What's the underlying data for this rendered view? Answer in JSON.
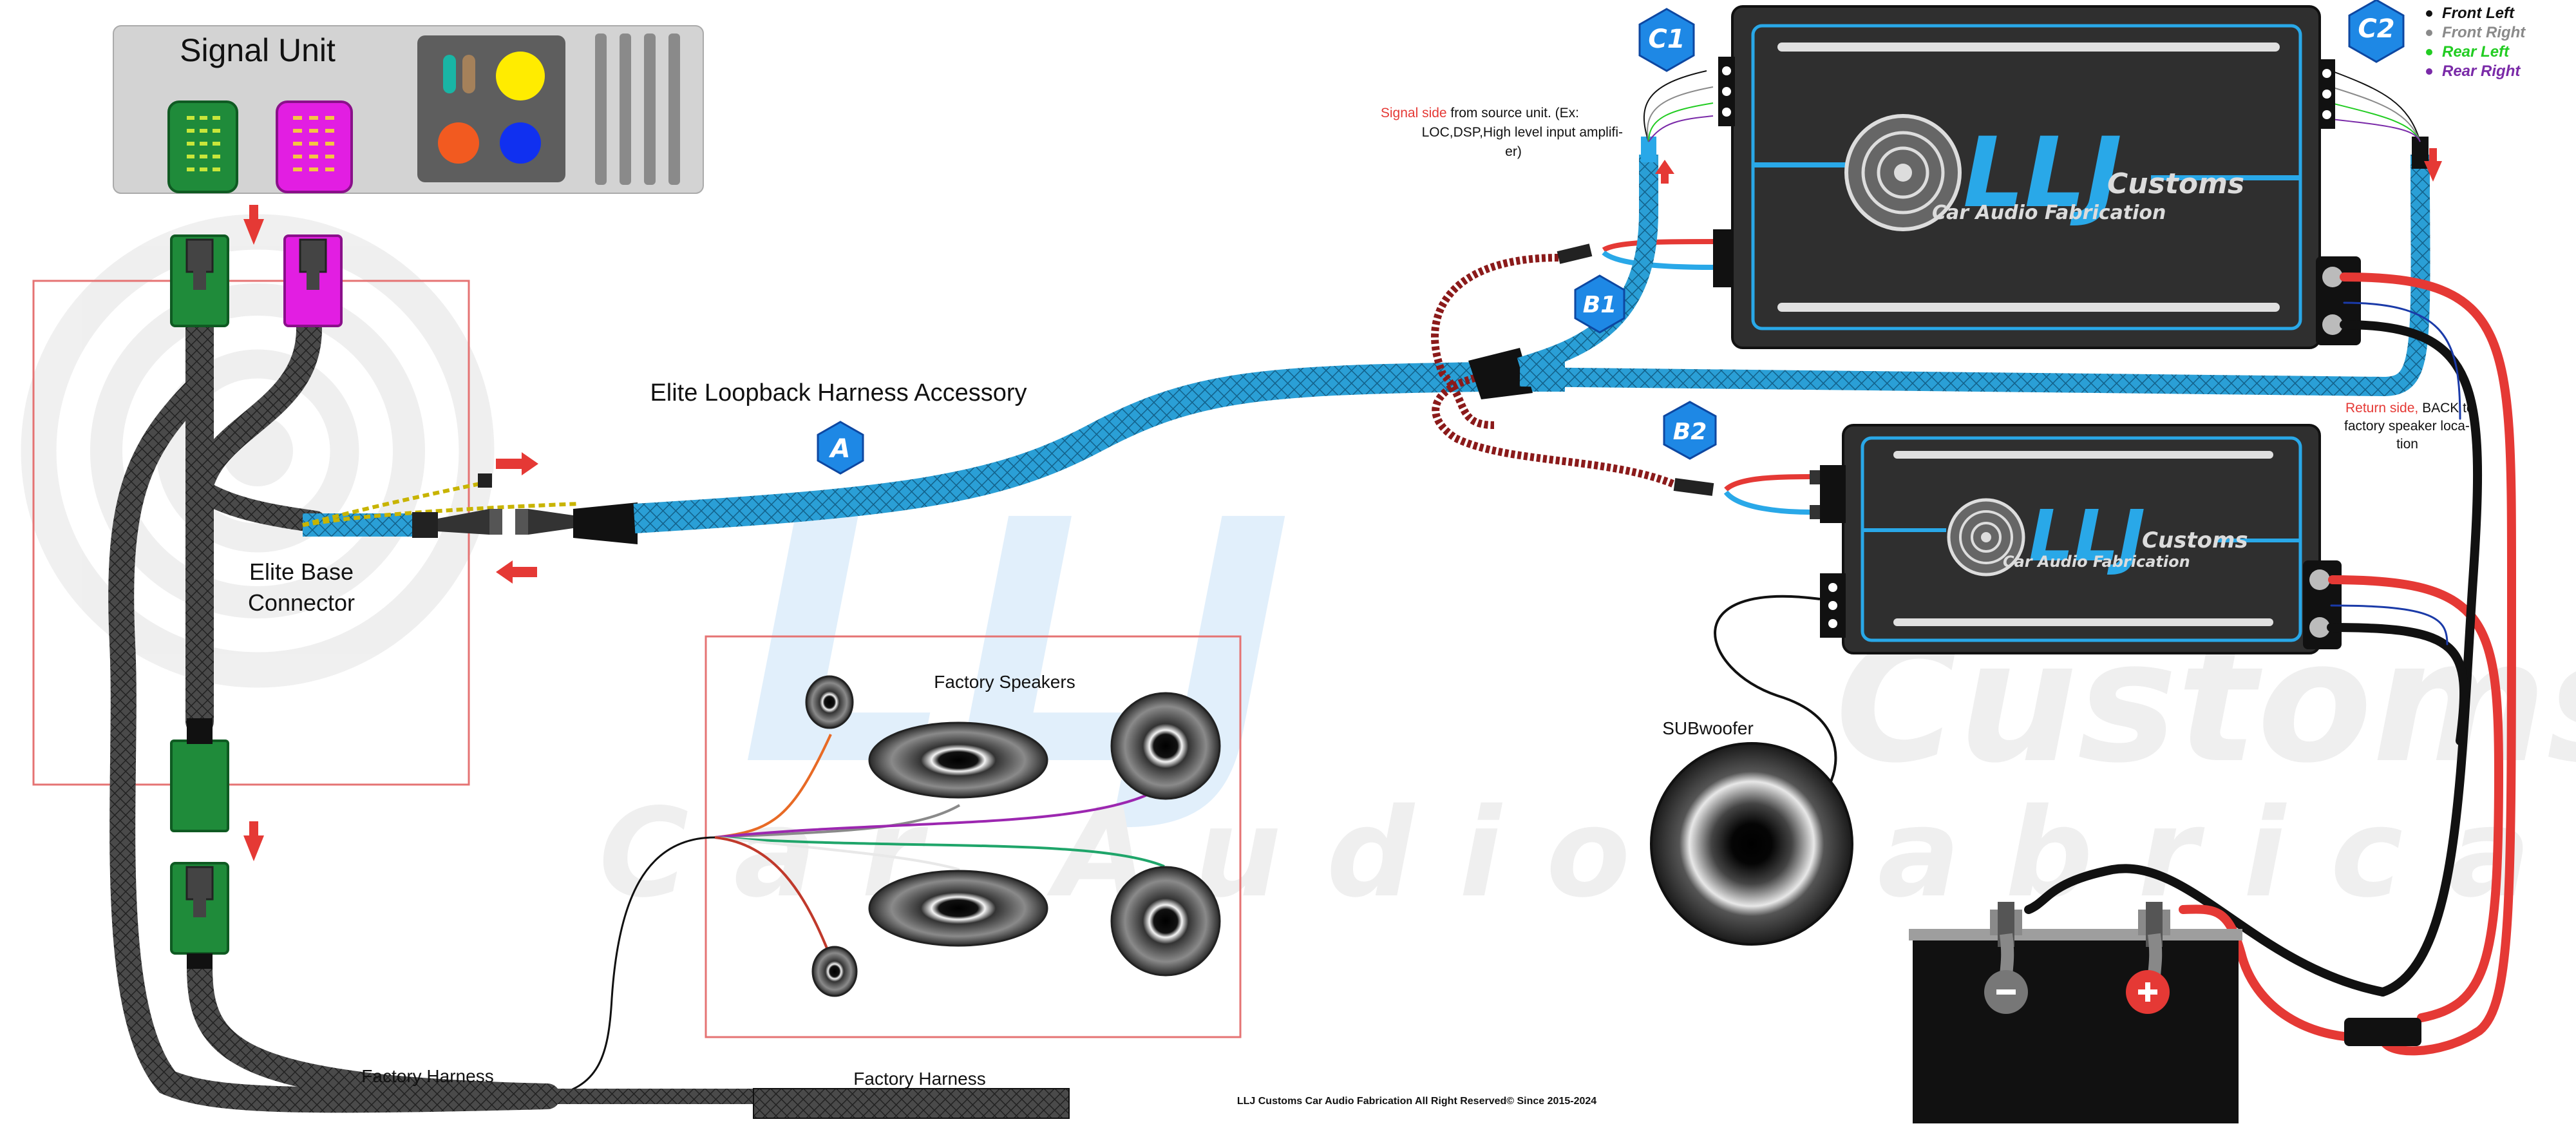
{
  "labels": {
    "signal_unit": "Signal Unit",
    "elite_loopback": "Elite Loopback Harness Accessory",
    "elite_base_1": "Elite Base",
    "elite_base_2": "Connector",
    "factory_speakers": "Factory Speakers",
    "factory_harness_left": "Factory Harness",
    "factory_harness_right": "Factory Harness",
    "subwoofer": "SUBwoofer",
    "signal_side_red": "Signal side",
    "signal_side_rest": " from source unit. (Ex:",
    "signal_side_line2": "LOC,DSP,High level input amplifi-",
    "signal_side_line3": "er)",
    "return_side_red": "Return side,",
    "return_side_rest": " BACK to",
    "return_side_line2": "factory speaker loca-",
    "return_side_line3": "tion",
    "footer": "LLJ Customs Car Audio Fabrication All Right Reserved© Since 2015-2024"
  },
  "badges": {
    "a": "A",
    "b1": "B1",
    "b2": "B2",
    "c1": "C1",
    "c2": "C2"
  },
  "legend": [
    {
      "label": "Front Left",
      "color": "#111111"
    },
    {
      "label": "Front Right",
      "color": "#8a8a8a"
    },
    {
      "label": "Rear Left",
      "color": "#22cc22"
    },
    {
      "label": "Rear Right",
      "color": "#7a2aa8"
    }
  ],
  "amplifier": {
    "logo": "LLJ",
    "brand": "Customs",
    "tagline": "Car Audio Fabrication"
  },
  "watermark": {
    "logo": "LLJ",
    "brand": "Customs",
    "tagline": "Car Audio Fabrication"
  },
  "colors": {
    "harness_blue": "#2a9fd6",
    "accent_red": "#e53935",
    "badge_blue": "#1e88e5",
    "amp_body": "#2f2f2f",
    "connector_green": "#1f8b3a",
    "connector_magenta": "#e21ee2"
  }
}
